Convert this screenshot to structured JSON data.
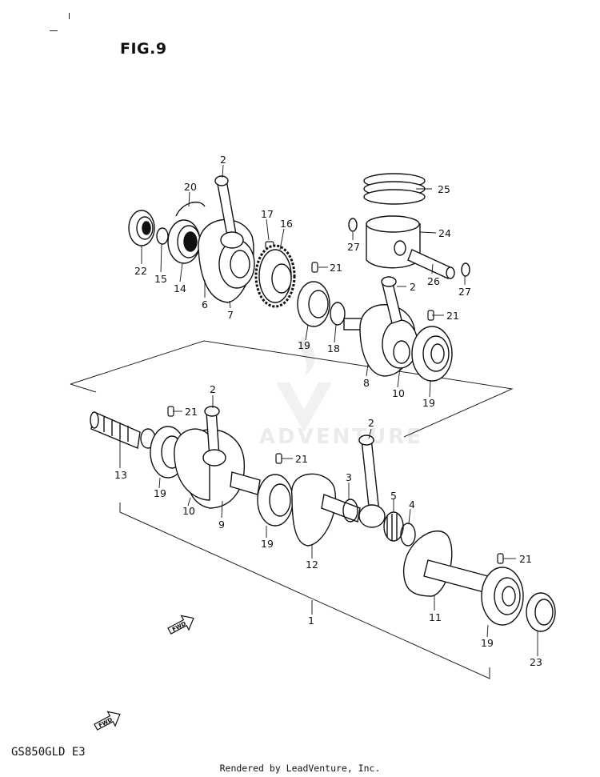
{
  "figure": {
    "title": "FIG.9",
    "model": "GS850GLD  E3"
  },
  "footer": {
    "text": "Rendered by LeadVenture, Inc."
  },
  "watermark": {
    "text": "ADVENTURE",
    "color": "#d9d9d9"
  },
  "fwd_arrows": [
    "FWD",
    "FWD"
  ],
  "callouts": [
    {
      "id": "c2a",
      "text": "2"
    },
    {
      "id": "c20",
      "text": "20"
    },
    {
      "id": "c17",
      "text": "17"
    },
    {
      "id": "c16",
      "text": "16"
    },
    {
      "id": "c25",
      "text": "25"
    },
    {
      "id": "c24",
      "text": "24"
    },
    {
      "id": "c27a",
      "text": "27"
    },
    {
      "id": "c26",
      "text": "26"
    },
    {
      "id": "c27b",
      "text": "27"
    },
    {
      "id": "c22",
      "text": "22"
    },
    {
      "id": "c15",
      "text": "15"
    },
    {
      "id": "c14",
      "text": "14"
    },
    {
      "id": "c6",
      "text": "6"
    },
    {
      "id": "c7",
      "text": "7"
    },
    {
      "id": "c21a",
      "text": "21"
    },
    {
      "id": "c2b",
      "text": "2"
    },
    {
      "id": "c21b",
      "text": "21"
    },
    {
      "id": "c19a",
      "text": "19"
    },
    {
      "id": "c18",
      "text": "18"
    },
    {
      "id": "c8",
      "text": "8"
    },
    {
      "id": "c10a",
      "text": "10"
    },
    {
      "id": "c19b",
      "text": "19"
    },
    {
      "id": "c2c",
      "text": "2"
    },
    {
      "id": "c21c",
      "text": "21"
    },
    {
      "id": "c2d",
      "text": "2"
    },
    {
      "id": "c13",
      "text": "13"
    },
    {
      "id": "c19c",
      "text": "19"
    },
    {
      "id": "c10b",
      "text": "10"
    },
    {
      "id": "c9",
      "text": "9"
    },
    {
      "id": "c21d",
      "text": "21"
    },
    {
      "id": "c3",
      "text": "3"
    },
    {
      "id": "c5",
      "text": "5"
    },
    {
      "id": "c4",
      "text": "4"
    },
    {
      "id": "c19d",
      "text": "19"
    },
    {
      "id": "c12",
      "text": "12"
    },
    {
      "id": "c21e",
      "text": "21"
    },
    {
      "id": "c11",
      "text": "11"
    },
    {
      "id": "c1",
      "text": "1"
    },
    {
      "id": "c19e",
      "text": "19"
    },
    {
      "id": "c23",
      "text": "23"
    }
  ]
}
